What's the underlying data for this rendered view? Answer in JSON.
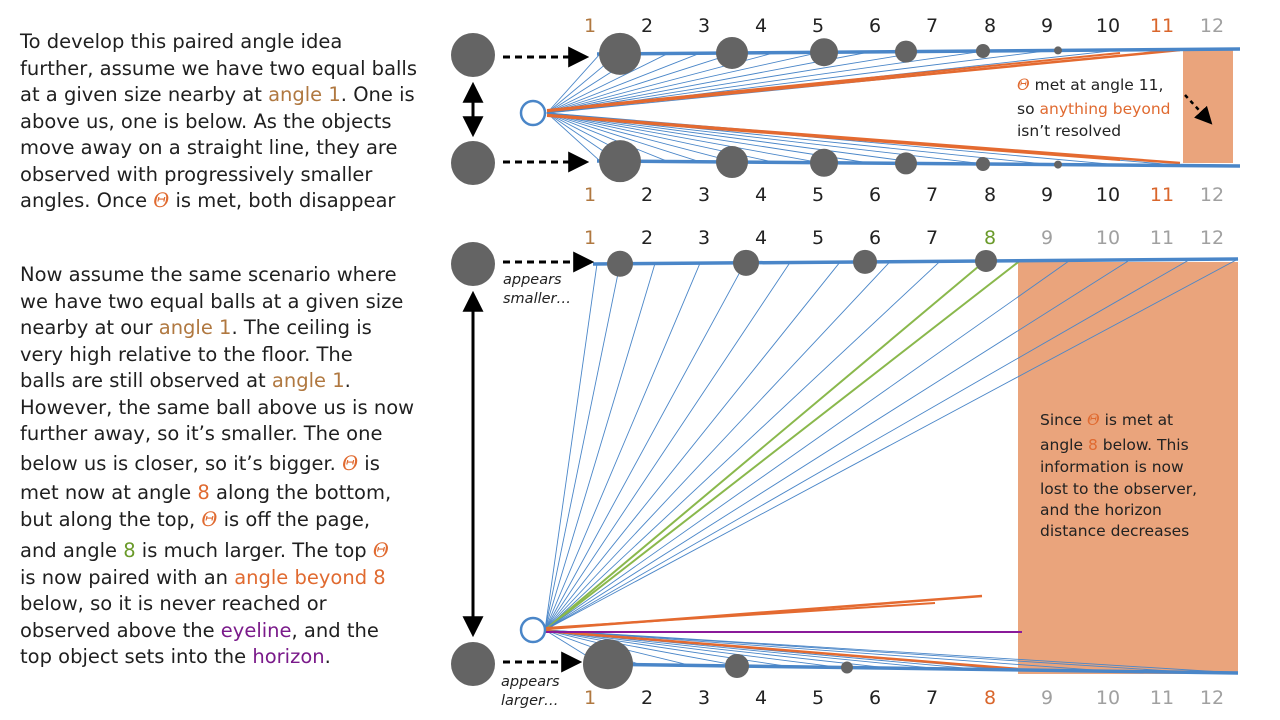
{
  "paragraph1": {
    "l1": "To develop this paired angle idea",
    "l2": "further, assume we have two equal balls",
    "l3a": "at a given size nearby at ",
    "l3b": "angle 1",
    "l3c": ".  One is",
    "l4": "above us, one is below.  As the objects",
    "l5": "move away on a straight line, they are",
    "l6": "observed with progressively smaller",
    "l7a": "angles.  Once ",
    "l7b": "Θ",
    "l7c": " is met, both disappear"
  },
  "paragraph2": {
    "l1": "Now assume the same scenario where",
    "l2": "we have two equal balls at a given size",
    "l3a": "nearby at our ",
    "l3b": "angle 1",
    "l3c": ".  The ceiling is",
    "l4": "very high relative to the floor.  The",
    "l5a": "balls are still observed at ",
    "l5b": "angle 1",
    "l5c": ".",
    "l6": "However, the same ball above us is now",
    "l7": "further away, so it’s smaller.  The one",
    "l8a": "below us is closer, so it’s bigger.  ",
    "l8b": "Θ",
    "l8c": " is",
    "l9a": "met now at angle ",
    "l9b": "8",
    "l9c": " along the bottom,",
    "l10a": "but along the top, ",
    "l10b": "Θ",
    "l10c": " is off the page,",
    "l11a": "and angle ",
    "l11b": "8",
    "l11c": " is much larger.  The top ",
    "l11d": "Θ",
    "l12a": "is now paired with an ",
    "l12b": "angle beyond 8",
    "l13": "below, so it is never reached or",
    "l14a": "observed above the ",
    "l14b": "eyeline",
    "l14c": ", and the",
    "l15a": "top object sets into the ",
    "l15b": "horizon",
    "l15c": "."
  },
  "top_diagram": {
    "numbers": [
      "1",
      "2",
      "3",
      "4",
      "5",
      "6",
      "7",
      "8",
      "9",
      "10",
      "11",
      "12"
    ],
    "note_theta": "Θ",
    "note_l1": " met at angle 11,",
    "note_l2a": "so ",
    "note_l2b": "anything beyond",
    "note_l3": "isn’t resolved"
  },
  "bottom_diagram": {
    "numbers": [
      "1",
      "2",
      "3",
      "4",
      "5",
      "6",
      "7",
      "8",
      "9",
      "10",
      "11",
      "12"
    ],
    "appears_smaller_1": "appears",
    "appears_smaller_2": "smaller…",
    "appears_larger_1": "appears",
    "appears_larger_2": "larger…",
    "note_l1a": "Since ",
    "note_l1b": "Θ",
    "note_l1c": " is met at",
    "note_l2a": "angle ",
    "note_l2b": "8",
    "note_l2c": " below.  This",
    "note_l3": "information is now",
    "note_l4": "lost to the observer,",
    "note_l5": "and the horizon",
    "note_l6": "distance decreases"
  },
  "colors": {
    "blue": "#4a86c8",
    "orange": "#e46a30",
    "salmon": "#eaa47c",
    "green": "#8ab84c",
    "purple": "#8a1a9a",
    "ball": "#646464"
  }
}
